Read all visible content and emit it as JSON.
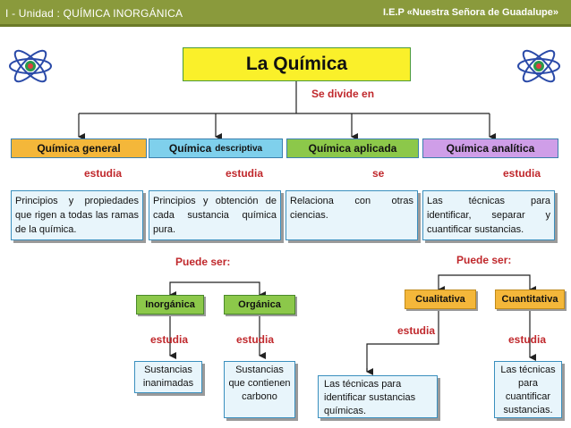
{
  "header": {
    "left": "I - Unidad : QUÍMICA INORGÁNICA",
    "right": "I.E.P «Nuestra Señora de Guadalupe»"
  },
  "colors": {
    "header_bg": "#8a9a3c",
    "title_bg": "#faf02a",
    "general": "#f4b73a",
    "descriptiva": "#7fd0ec",
    "aplicada": "#8cc84a",
    "analitica": "#cf9ee8",
    "label_red": "#c0282c"
  },
  "title": "La  Química",
  "divide_label": "Se  divide en",
  "categories": [
    {
      "label": "Química  general",
      "small": ""
    },
    {
      "label": "Química",
      "small": "descriptiva"
    },
    {
      "label": "Química  aplicada",
      "small": ""
    },
    {
      "label": "Química  analítica",
      "small": ""
    }
  ],
  "verbs": [
    "estudia",
    "estudia",
    "se",
    "estudia"
  ],
  "descriptions": [
    "Principios y propiedades que rigen a todas las ramas de la química.",
    "Principios y obtención de cada sustancia química pura.",
    "Relaciona con otras ciencias.",
    "Las técnicas para identificar, separar y cuantificar sustancias."
  ],
  "puede_ser": "Puede   ser:",
  "descriptiva_types": [
    {
      "label": "Inorgánica",
      "verb": "estudia",
      "desc": "Sustancias inanimadas"
    },
    {
      "label": "Orgánica",
      "verb": "estudia",
      "desc": "Sustancias que contienen carbono"
    }
  ],
  "analitica_types": [
    {
      "label": "Cualitativa",
      "verb": "estudia",
      "desc": "Las técnicas para identificar sustancias químicas."
    },
    {
      "label": "Cuantitativa",
      "verb": "estudia",
      "desc": "Las técnicas para cuantificar sustancias."
    }
  ]
}
